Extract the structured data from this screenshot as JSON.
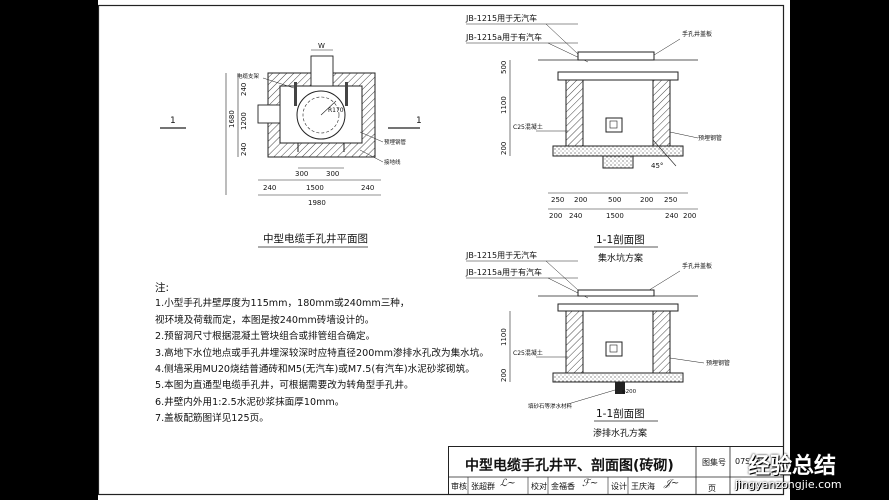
{
  "plan": {
    "title": "中型电缆手孔井平面图",
    "label_cable_bracket": "电缆支架",
    "label_preembedded_pipe": "预埋钢管",
    "label_grounding": "接地线",
    "dim_w": "W",
    "dim_r": "R170",
    "section_mark": "1",
    "dims_left": [
      "240",
      "1200",
      "240",
      "1680"
    ],
    "dims_bottom_inner": [
      "300",
      "300"
    ],
    "dims_bottom": [
      "240",
      "1500",
      "240"
    ],
    "dim_total": "1980"
  },
  "section_sump": {
    "title": "1-1剖面图",
    "subtitle": "集水坑方案",
    "cover_jb_car": "JB-1215用于无汽车",
    "cover_jb_truck": "JB-1215a用于有汽车",
    "label_cover": "手孔井盖板",
    "label_c25": "C25混凝土",
    "label_pipe": "预埋钢管",
    "angle": "45°",
    "dims_left": [
      "500",
      "1100",
      "200"
    ],
    "dims_bottom_top": [
      "250",
      "200",
      "500",
      "200",
      "250"
    ],
    "dims_bottom": [
      "200",
      "240",
      "1500",
      "240",
      "200"
    ]
  },
  "section_seep": {
    "title": "1-1剖面图",
    "subtitle": "渗排水孔方案",
    "cover_jb_car": "JB-1215用于无汽车",
    "cover_jb_truck": "JB-1215a用于有汽车",
    "label_cover": "手孔井盖板",
    "label_c25": "C25混凝土",
    "label_pipe": "预埋钢管",
    "label_gravel": "填砂石等渗水材料",
    "dim_hole": "φ200",
    "dims_left": [
      "1100",
      "200"
    ]
  },
  "notes": {
    "heading": "注:",
    "items": [
      "1.小型手孔井壁厚度为115mm，180mm或240mm三种，",
      "   视环境及荷载而定，本图是按240mm砖墙设计的。",
      "2.预留洞尺寸根据混凝土管块组合或排管组合确定。",
      "3.高地下水位地点或手孔井埋深较深时应特直径200mm渗排水孔改为集水坑。",
      "4.侧墙采用MU20烧结普通砖和M5(无汽车)或M7.5(有汽车)水泥砂浆砌筑。",
      "5.本图为直通型电缆手孔井，可根据需要改为转角型手孔井。",
      "6.井壁内外用1:2.5水泥砂浆抹面厚10mm。",
      "7.盖板配筋图详见125页。"
    ]
  },
  "title_block": {
    "title": "中型电缆手孔井平、剖面图(砖砌)",
    "atlas_label": "图集号",
    "atlas_no": "07SD1",
    "review_label": "审核",
    "review_name": "张超群",
    "check_label": "校对",
    "check_name": "金福香",
    "design_label": "设计",
    "design_name": "王庆海",
    "page_label": "页"
  },
  "watermark": {
    "text": "经验总结",
    "url": "jingyanzongjie.com"
  }
}
